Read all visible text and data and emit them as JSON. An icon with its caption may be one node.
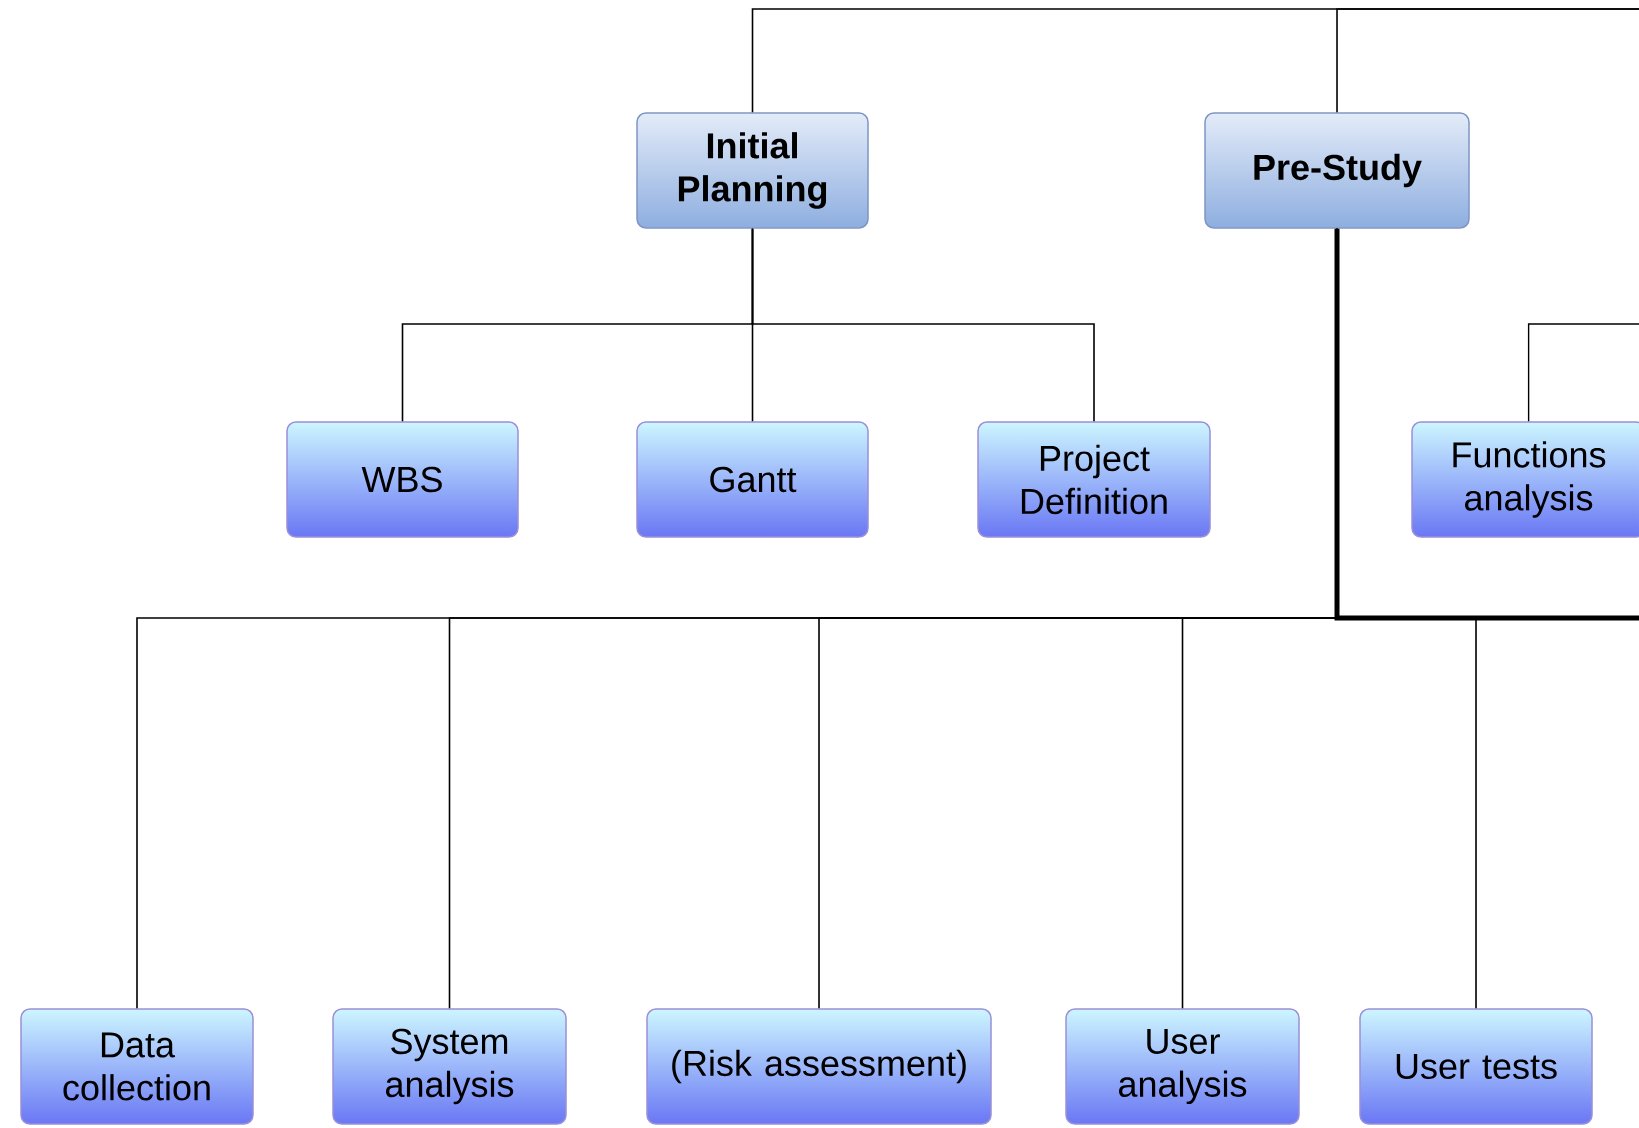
{
  "diagram": {
    "nodes": [
      {
        "text": [
          "Initial Planning"
        ]
      },
      {
        "text": [
          "Pre-Study"
        ]
      },
      {
        "text": [
          "WBS"
        ]
      },
      {
        "text": [
          "Gantt"
        ]
      },
      {
        "text": [
          "Project Definition"
        ]
      },
      {
        "text": [
          "Functions analysis"
        ]
      },
      {
        "text": [
          "Data collection"
        ]
      },
      {
        "text": [
          "System analysis"
        ]
      },
      {
        "text": [
          "(Risk assessment)"
        ]
      },
      {
        "text": [
          "User analysis"
        ]
      },
      {
        "text": [
          "User tests"
        ]
      }
    ],
    "edges": [
      {
        "from": null,
        "to": 0,
        "arrow": "none"
      },
      {
        "from": null,
        "to": 1,
        "arrow": "none"
      },
      {
        "from": 0,
        "to": 2,
        "arrow": "none"
      },
      {
        "from": 0,
        "to": 3,
        "arrow": "none"
      },
      {
        "from": 0,
        "to": 4,
        "arrow": "none"
      },
      {
        "from": null,
        "to": 5,
        "arrow": "none"
      },
      {
        "from": 1,
        "to": 6,
        "arrow": "none"
      },
      {
        "from": 1,
        "to": 7,
        "arrow": "none"
      },
      {
        "from": 1,
        "to": 8,
        "arrow": "none"
      },
      {
        "from": 1,
        "to": 9,
        "arrow": "none"
      },
      {
        "from": 1,
        "to": 10,
        "arrow": "none"
      },
      {
        "from": 1,
        "to": null,
        "arrow": "none",
        "style": "thick"
      }
    ]
  }
}
